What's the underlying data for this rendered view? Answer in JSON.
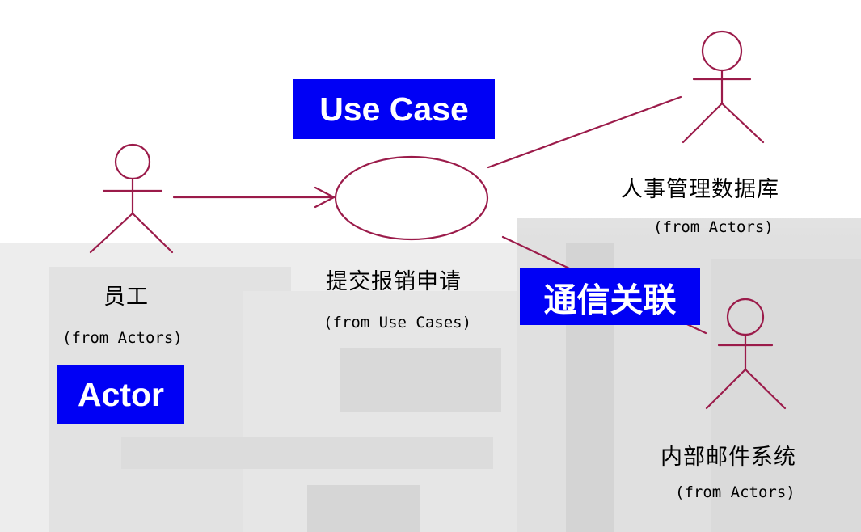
{
  "actors": {
    "employee": {
      "name": "员工",
      "source": "(from Actors)"
    },
    "hr_db": {
      "name": "人事管理数据库",
      "source": "(from Actors)"
    },
    "mail": {
      "name": "内部邮件系统",
      "source": "(from Actors)"
    }
  },
  "use_case": {
    "name": "提交报销申请",
    "source": "(from Use Cases)"
  },
  "callouts": {
    "use_case": "Use Case",
    "association": "通信关联",
    "actor": "Actor"
  },
  "colors": {
    "line": "#9b1b4a",
    "callout_bg": "#0000f5",
    "callout_text": "#ffffff"
  }
}
